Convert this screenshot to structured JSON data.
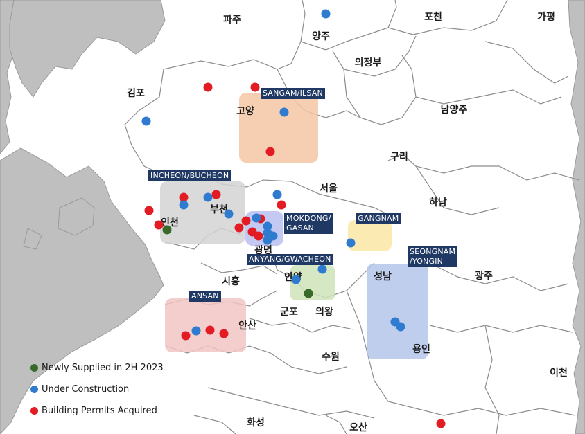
{
  "colors": {
    "sea": "#bfbfbf",
    "land": "#ffffff",
    "border": "#8c8c8c",
    "label_bg": "#1f3864",
    "newly_supplied": "#3a6a2a",
    "under_construction": "#2f7bd0",
    "building_permits": "#e31b23"
  },
  "cities": [
    {
      "name": "파주"
    },
    {
      "name": "양주"
    },
    {
      "name": "포천"
    },
    {
      "name": "가평"
    },
    {
      "name": "의정부"
    },
    {
      "name": "김포"
    },
    {
      "name": "고양"
    },
    {
      "name": "남양주"
    },
    {
      "name": "구리"
    },
    {
      "name": "서울"
    },
    {
      "name": "하남"
    },
    {
      "name": "부천"
    },
    {
      "name": "인천"
    },
    {
      "name": "광명"
    },
    {
      "name": "시흥"
    },
    {
      "name": "안양"
    },
    {
      "name": "성남"
    },
    {
      "name": "광주"
    },
    {
      "name": "군포"
    },
    {
      "name": "의왕"
    },
    {
      "name": "안산"
    },
    {
      "name": "수원"
    },
    {
      "name": "용인"
    },
    {
      "name": "이천"
    },
    {
      "name": "화성"
    },
    {
      "name": "오산"
    }
  ],
  "zones": [
    {
      "lines": [
        "SANGAM/ILSAN"
      ],
      "fill": "#f4c7a4"
    },
    {
      "lines": [
        "INCHEON/BUCHEON"
      ],
      "fill": "#d4d4d4"
    },
    {
      "lines": [
        "MOKDONG/",
        "GASAN"
      ],
      "fill": "#b8bff0"
    },
    {
      "lines": [
        "GANGNAM"
      ],
      "fill": "#fbe6a6"
    },
    {
      "lines": [
        "ANYANG/GWACHEON"
      ],
      "fill": "#cfe3b8"
    },
    {
      "lines": [
        "SEONGNAM",
        "/YONGIN"
      ],
      "fill": "#b4c6ea"
    },
    {
      "lines": [
        "ANSAN"
      ],
      "fill": "#f2c4c4"
    }
  ],
  "markers": [
    {
      "type": "blue"
    },
    {
      "type": "red"
    },
    {
      "type": "red"
    },
    {
      "type": "blue"
    },
    {
      "type": "blue"
    },
    {
      "type": "red"
    },
    {
      "type": "red"
    },
    {
      "type": "red"
    },
    {
      "type": "blue"
    },
    {
      "type": "blue"
    },
    {
      "type": "red"
    },
    {
      "type": "blue"
    },
    {
      "type": "blue"
    },
    {
      "type": "red"
    },
    {
      "type": "red"
    },
    {
      "type": "red"
    },
    {
      "type": "red"
    },
    {
      "type": "green"
    },
    {
      "type": "red"
    },
    {
      "type": "red"
    },
    {
      "type": "red"
    },
    {
      "type": "blue"
    },
    {
      "type": "blue"
    },
    {
      "type": "blue"
    },
    {
      "type": "blue"
    },
    {
      "type": "blue"
    },
    {
      "type": "blue"
    },
    {
      "type": "blue"
    },
    {
      "type": "blue"
    },
    {
      "type": "green"
    },
    {
      "type": "blue"
    },
    {
      "type": "blue"
    },
    {
      "type": "red"
    },
    {
      "type": "blue"
    },
    {
      "type": "red"
    },
    {
      "type": "red"
    },
    {
      "type": "red"
    }
  ],
  "legend": [
    {
      "label": "Newly Supplied in 2H 2023",
      "type": "green"
    },
    {
      "label": "Under Construction",
      "type": "blue"
    },
    {
      "label": "Building Permits Acquired",
      "type": "red"
    }
  ]
}
